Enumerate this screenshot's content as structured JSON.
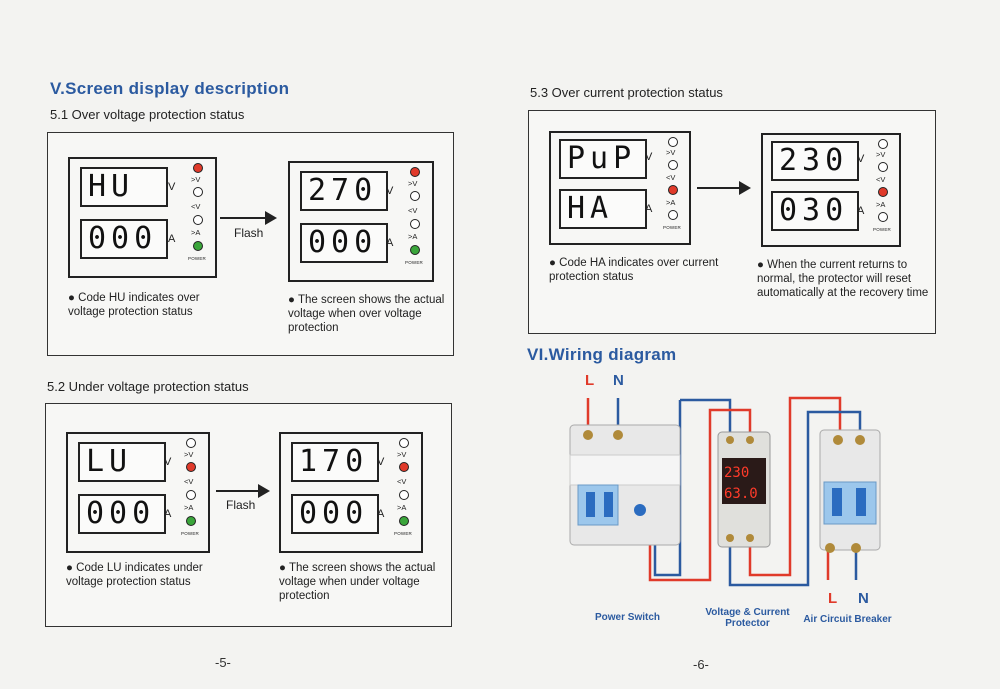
{
  "section5": {
    "title": "V.Screen display description",
    "s51_title": "5.1 Over voltage protection status",
    "s52_title": "5.2 Under voltage protection status",
    "s53_title": "5.3 Over current protection status"
  },
  "common": {
    "flash": "Flash",
    "unit_v": "V",
    "unit_a": "A",
    "gt_v": ">V",
    "lt_v": "<V",
    "gt_a": ">A",
    "power": "POWER",
    "bullet": "●"
  },
  "s51": {
    "left_top": "HU",
    "left_bottom": "000",
    "right_top": "270",
    "right_bottom": "000",
    "note_left": "Code HU indicates over voltage protection status",
    "note_right": "The screen shows the actual voltage when over voltage protection"
  },
  "s52": {
    "left_top": "LU",
    "left_bottom": "000",
    "right_top": "170",
    "right_bottom": "000",
    "note_left": "Code LU indicates under voltage protection status",
    "note_right": "The screen shows the actual voltage when under voltage protection"
  },
  "s53": {
    "left_top": "PuP",
    "left_bottom": "HA",
    "right_top": "230",
    "right_bottom": "030",
    "note_left": "Code HA indicates over current protection status",
    "note_right": "When the current returns to normal, the protector will reset automatically at the recovery time"
  },
  "section6": {
    "title": "VI.Wiring diagram",
    "L": "L",
    "N": "N",
    "power_switch": "Power Switch",
    "protector": "Voltage & Current Protector",
    "breaker": "Air Circuit Breaker",
    "display_top": "230",
    "display_bottom": "63.0"
  },
  "pages": {
    "left": "-5-",
    "right": "-6-"
  },
  "colors": {
    "heading": "#2b5aa0",
    "led_red": "#e03a2a",
    "led_green": "#3aa53a",
    "wire_red": "#e03a2a",
    "wire_blue": "#2b5aa0"
  }
}
